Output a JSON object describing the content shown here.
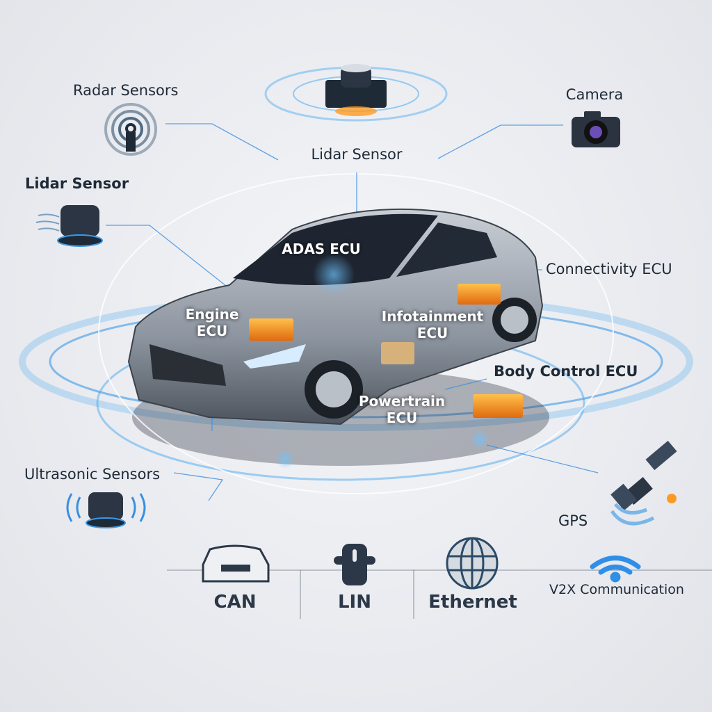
{
  "labels": {
    "radar_sensors": "Radar Sensors",
    "lidar_sensor_top": "Lidar Sensor",
    "camera": "Camera",
    "lidar_sensor_left": "Lidar Sensor",
    "adas_ecu": "ADAS ECU",
    "connectivity_ecu": "Connectivity ECU",
    "engine_ecu": [
      "Engine",
      "ECU"
    ],
    "infotainment_ecu": [
      "Infotainment",
      "ECU"
    ],
    "body_control_ecu": "Body Control ECU",
    "powertrain_ecu": [
      "Powertrain",
      "ECU"
    ],
    "ultrasonic_sensors": "Ultrasonic Sensors",
    "gps": "GPS"
  },
  "networks": [
    "CAN",
    "LIN",
    "Ethernet"
  ],
  "v2x": "V2X Communication",
  "colors": {
    "accent_blue": "#2f8fe8",
    "ecu_orange": "#f08a1c",
    "text_dark": "#1f2a37",
    "car_silver": "#9aa2ad"
  },
  "icons": [
    "radar-icon",
    "lidar-icon",
    "camera-icon",
    "ultrasonic-icon",
    "satellite-icon",
    "car-icon",
    "lin-connector-icon",
    "globe-icon",
    "wifi-icon"
  ]
}
